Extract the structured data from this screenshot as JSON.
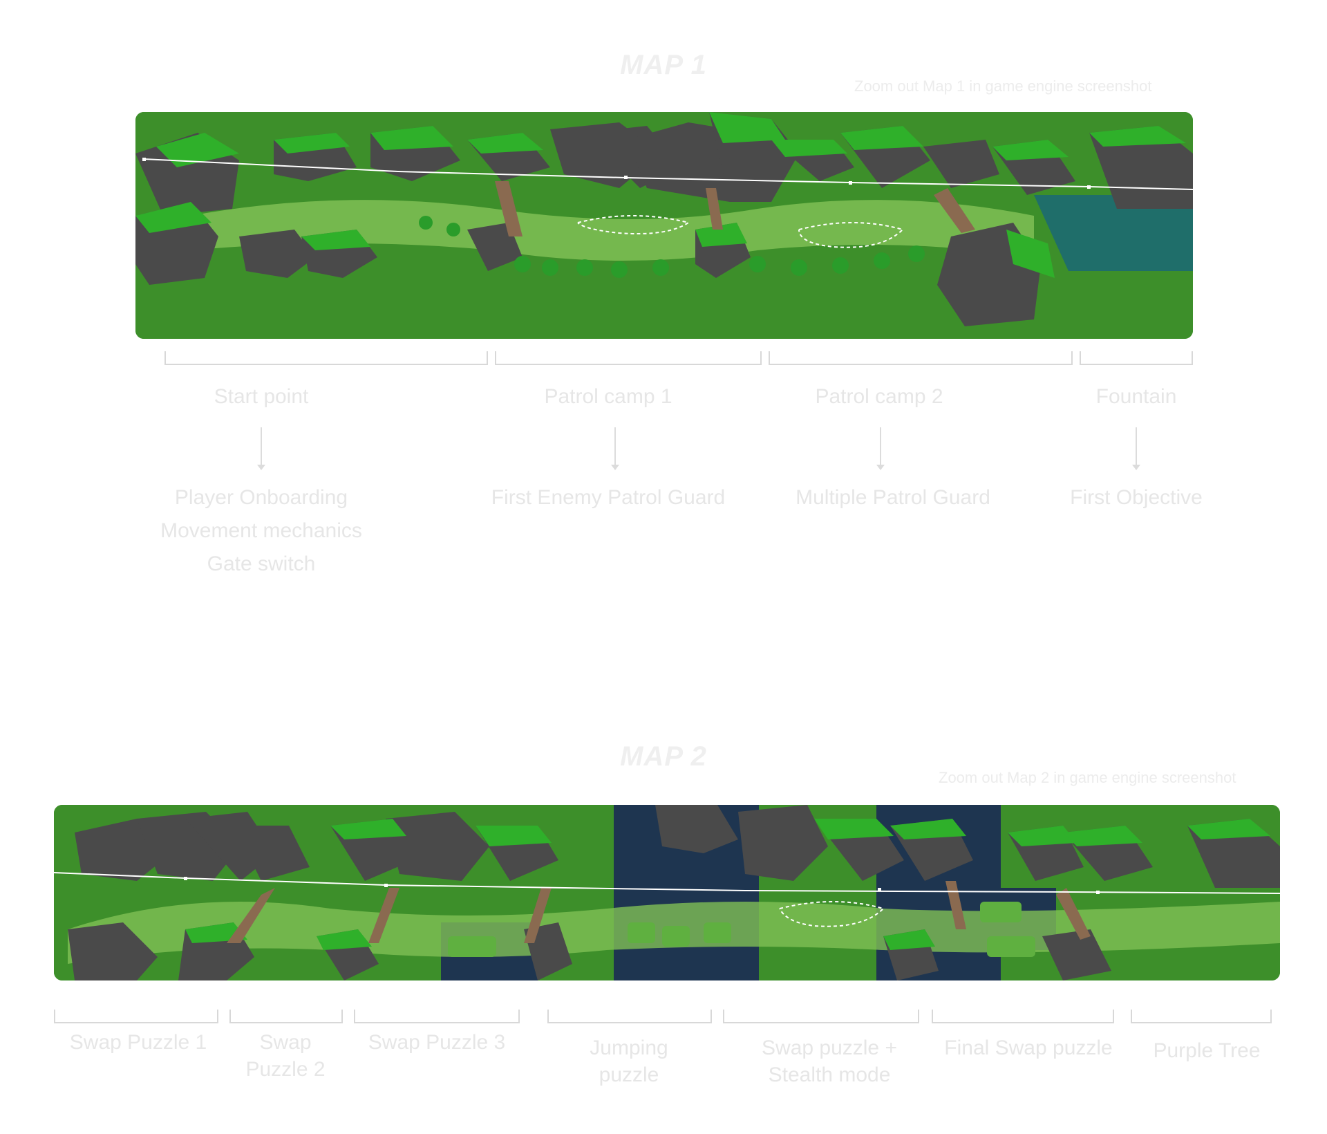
{
  "map1": {
    "title": "MAP 1",
    "caption": "Zoom out Map 1 in game engine screenshot",
    "zones": [
      {
        "label": "Start point",
        "details": [
          "Player Onboarding",
          "Movement mechanics",
          "Gate switch"
        ]
      },
      {
        "label": "Patrol camp 1",
        "details": [
          "First Enemy Patrol Guard"
        ]
      },
      {
        "label": "Patrol camp 2",
        "details": [
          "Multiple Patrol Guard"
        ]
      },
      {
        "label": "Fountain",
        "details": [
          "First Objective"
        ]
      }
    ]
  },
  "map2": {
    "title": "MAP 2",
    "caption": "Zoom out Map 2 in game engine screenshot",
    "zones": [
      {
        "label": "Swap Puzzle 1"
      },
      {
        "label": "Swap Puzzle 2"
      },
      {
        "label": "Swap Puzzle 3"
      },
      {
        "label": "Jumping puzzle"
      },
      {
        "label": "Swap puzzle + Stealth mode"
      },
      {
        "label": "Final Swap puzzle"
      },
      {
        "label": "Purple Tree"
      }
    ]
  },
  "colors": {
    "grass": "#3d8f2a",
    "path": "#7fbf55",
    "rock": "#4a4a4a",
    "rock_top": "#2fb02a",
    "water": "#1e3550"
  }
}
